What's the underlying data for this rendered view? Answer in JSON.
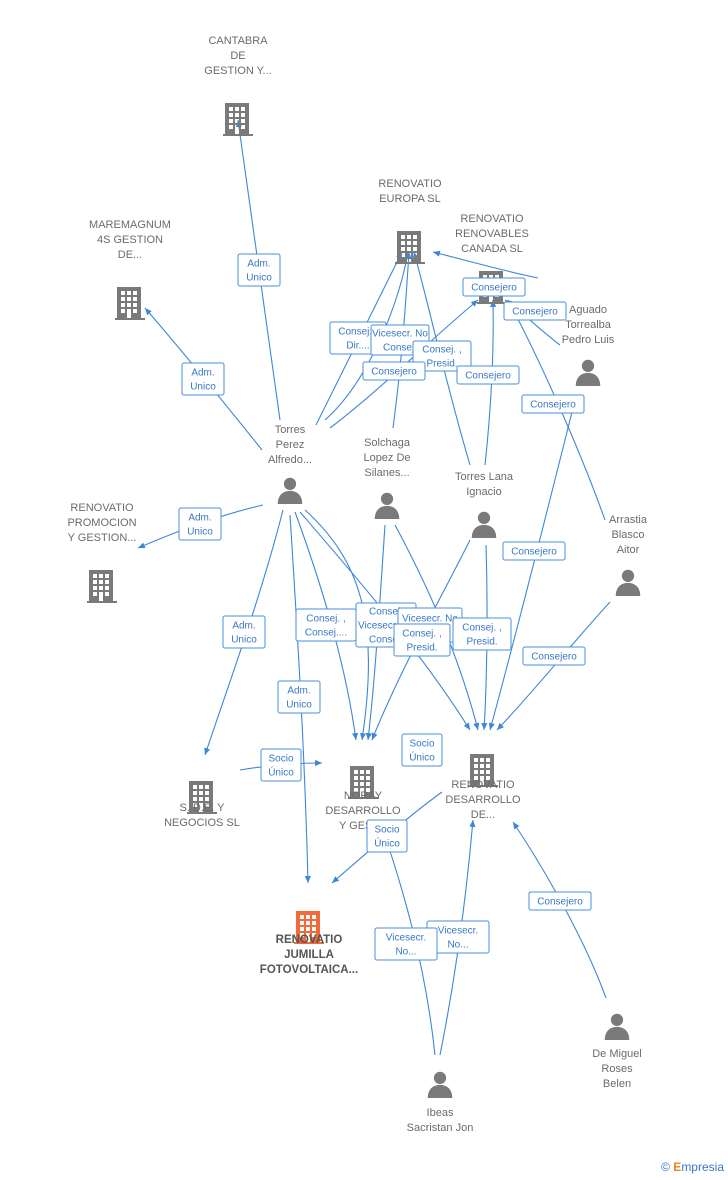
{
  "colors": {
    "edge": "#3d87d8",
    "node": "#7a7a7a",
    "highlight": "#f26a3a"
  },
  "companies": [
    {
      "id": "cantabra",
      "lines": [
        "CANTABRA",
        "DE",
        "GESTION Y..."
      ]
    },
    {
      "id": "europa",
      "lines": [
        "RENOVATIO",
        "EUROPA SL"
      ]
    },
    {
      "id": "canada",
      "lines": [
        "RENOVATIO",
        "RENOVABLES",
        "CANADA  SL"
      ]
    },
    {
      "id": "maremagnum",
      "lines": [
        "MAREMAGNUM",
        "4S GESTION",
        "DE..."
      ]
    },
    {
      "id": "promocion",
      "lines": [
        "RENOVATIO",
        "PROMOCION",
        "Y GESTION..."
      ]
    },
    {
      "id": "sde",
      "lines": [
        "S. D.E. Y",
        "NEGOCIOS SL"
      ]
    },
    {
      "id": "noray",
      "lines": [
        "NORAY",
        "DESARROLLO",
        "Y GEST..."
      ]
    },
    {
      "id": "desarrollo",
      "lines": [
        "RENOVATIO",
        "DESARROLLO",
        "DE..."
      ]
    },
    {
      "id": "jumilla",
      "lines": [
        "RENOVATIO",
        "JUMILLA",
        "FOTOVOLTAICA..."
      ],
      "highlight": true
    }
  ],
  "people": [
    {
      "id": "torres_perez",
      "lines": [
        "Torres",
        "Perez",
        "Alfredo..."
      ]
    },
    {
      "id": "solchaga",
      "lines": [
        "Solchaga",
        "Lopez De",
        "Silanes..."
      ]
    },
    {
      "id": "aguado",
      "lines": [
        "Aguado",
        "Torrealba",
        "Pedro Luis"
      ]
    },
    {
      "id": "torres_lana",
      "lines": [
        "Torres Lana",
        "Ignacio"
      ]
    },
    {
      "id": "arrastia",
      "lines": [
        "Arrastia",
        "Blasco",
        "Aitor"
      ]
    },
    {
      "id": "demiguel",
      "lines": [
        "De Miguel",
        "Roses",
        "Belen"
      ]
    },
    {
      "id": "ibeas",
      "lines": [
        "Ibeas",
        "Sacristan Jon"
      ]
    }
  ],
  "relation_labels": [
    {
      "id": "l1",
      "lines": [
        "Adm.",
        "Unico"
      ]
    },
    {
      "id": "l2",
      "lines": [
        "Adm.",
        "Unico"
      ]
    },
    {
      "id": "l3",
      "lines": [
        "Adm.",
        "Unico"
      ]
    },
    {
      "id": "l4",
      "lines": [
        "Adm.",
        "Unico"
      ]
    },
    {
      "id": "l5",
      "lines": [
        "Adm.",
        "Unico"
      ]
    },
    {
      "id": "l6",
      "lines": [
        "Consej. ,",
        "Dir...."
      ]
    },
    {
      "id": "l7",
      "lines": [
        "Vicesecr.  No",
        "Consej."
      ]
    },
    {
      "id": "l8",
      "lines": [
        "Consej. ,",
        "Presid."
      ]
    },
    {
      "id": "l9",
      "lines": [
        "Consejero"
      ]
    },
    {
      "id": "l10",
      "lines": [
        "Consejero"
      ]
    },
    {
      "id": "l11",
      "lines": [
        "Consejero"
      ]
    },
    {
      "id": "l12",
      "lines": [
        "Consejero"
      ]
    },
    {
      "id": "l13",
      "lines": [
        "Consejero"
      ]
    },
    {
      "id": "l14",
      "lines": [
        "Consejero"
      ]
    },
    {
      "id": "l15",
      "lines": [
        "Consej. ,",
        "Consej...."
      ]
    },
    {
      "id": "l16",
      "lines": [
        "Consej.",
        "Vicesecr.  No",
        "Consej."
      ]
    },
    {
      "id": "l17",
      "lines": [
        "Vicesecr.  No",
        "Consej."
      ]
    },
    {
      "id": "l18",
      "lines": [
        "Consej. ,",
        "Presid."
      ]
    },
    {
      "id": "l19",
      "lines": [
        "Consej. ,",
        "Presid."
      ]
    },
    {
      "id": "l20",
      "lines": [
        "Consejero"
      ]
    },
    {
      "id": "l21",
      "lines": [
        "Socio",
        "Único"
      ]
    },
    {
      "id": "l22",
      "lines": [
        "Socio",
        "Único"
      ]
    },
    {
      "id": "l23",
      "lines": [
        "Socio",
        "Único"
      ]
    },
    {
      "id": "l24",
      "lines": [
        "Vicesecr.",
        "No..."
      ]
    },
    {
      "id": "l25",
      "lines": [
        "Vicesecr.",
        "No..."
      ]
    },
    {
      "id": "l26",
      "lines": [
        "Consejero"
      ]
    },
    {
      "id": "l27",
      "lines": [
        "Consejero"
      ]
    }
  ],
  "footer": {
    "copyright": "©",
    "brand_initial": "E",
    "brand_rest": "mpresia"
  }
}
